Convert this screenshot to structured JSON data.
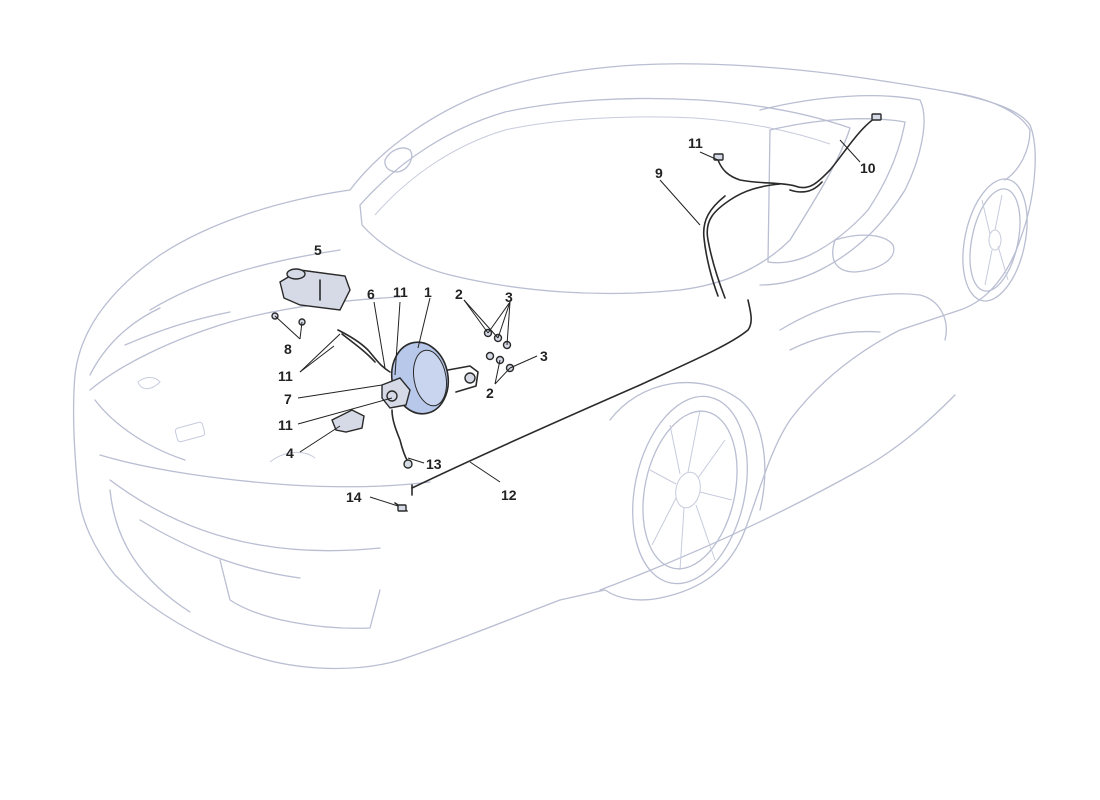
{
  "diagram": {
    "accent_color": "#b8c8ea",
    "outline_color": "#b9bed2",
    "callouts": [
      {
        "id": "c1",
        "label": "1"
      },
      {
        "id": "c2a",
        "label": "2"
      },
      {
        "id": "c2b",
        "label": "2"
      },
      {
        "id": "c3a",
        "label": "3"
      },
      {
        "id": "c3b",
        "label": "3"
      },
      {
        "id": "c4",
        "label": "4"
      },
      {
        "id": "c5",
        "label": "5"
      },
      {
        "id": "c6",
        "label": "6"
      },
      {
        "id": "c7",
        "label": "7"
      },
      {
        "id": "c8",
        "label": "8"
      },
      {
        "id": "c9",
        "label": "9"
      },
      {
        "id": "c10",
        "label": "10"
      },
      {
        "id": "c11a",
        "label": "11"
      },
      {
        "id": "c11b",
        "label": "11"
      },
      {
        "id": "c11c",
        "label": "11"
      },
      {
        "id": "c11d",
        "label": "11"
      },
      {
        "id": "c12",
        "label": "12"
      },
      {
        "id": "c13",
        "label": "13"
      },
      {
        "id": "c14",
        "label": "14"
      }
    ]
  }
}
